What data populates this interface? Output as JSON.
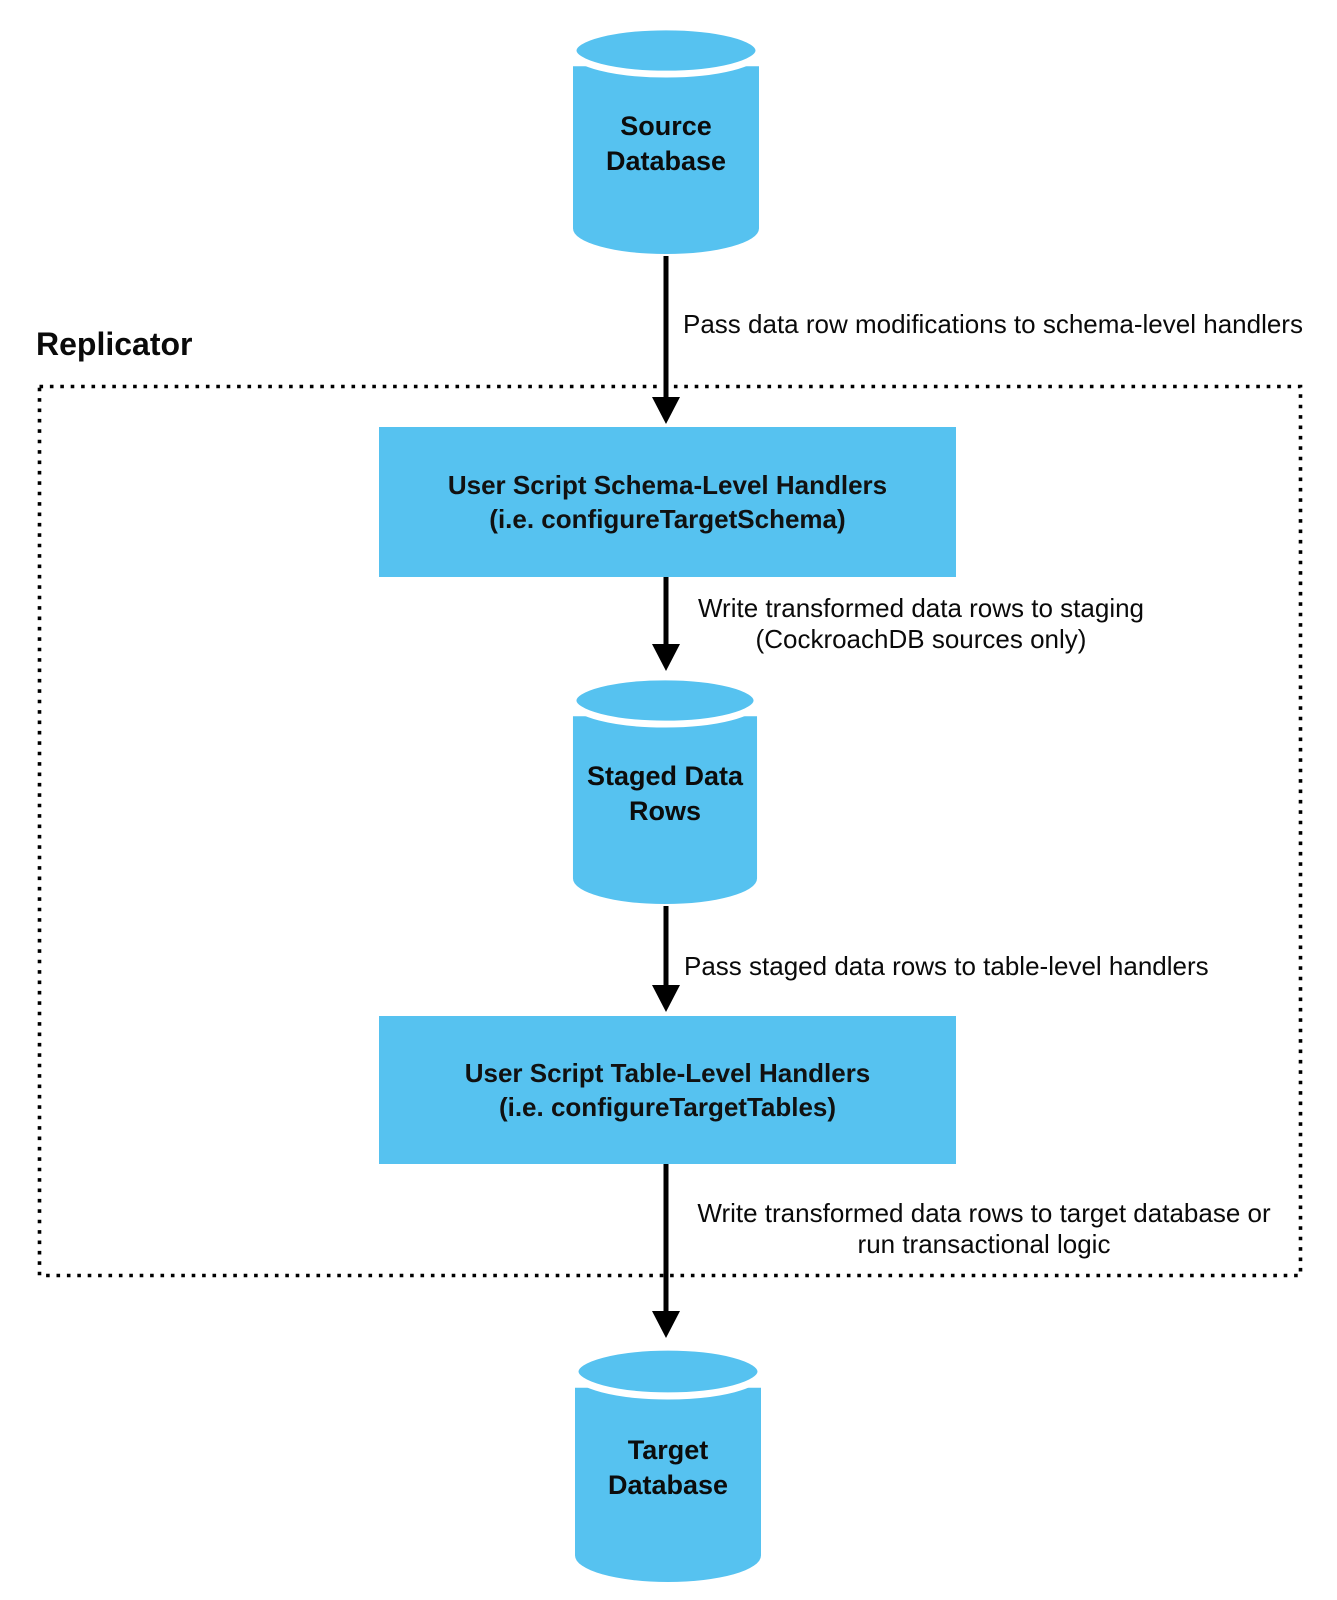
{
  "diagram": {
    "group_label": "Replicator",
    "colors": {
      "node_fill": "#56C2F0",
      "arrow": "#000000",
      "boundary": "#000000",
      "text": "#0A0A0A",
      "background": "#FFFFFF"
    },
    "nodes": {
      "source_db": {
        "type": "database-cylinder",
        "line1": "Source",
        "line2": "Database"
      },
      "schema_handlers": {
        "type": "process-box",
        "line1": "User Script Schema-Level Handlers",
        "line2": "(i.e. configureTargetSchema)"
      },
      "staged_rows": {
        "type": "database-cylinder",
        "line1": "Staged Data",
        "line2": "Rows"
      },
      "table_handlers": {
        "type": "process-box",
        "line1": "User Script Table-Level Handlers",
        "line2": "(i.e. configureTargetTables)"
      },
      "target_db": {
        "type": "database-cylinder",
        "line1": "Target",
        "line2": "Database"
      }
    },
    "edges": [
      {
        "from": "source_db",
        "to": "schema_handlers",
        "line1": "Pass data row modifications to schema-level handlers",
        "line2": ""
      },
      {
        "from": "schema_handlers",
        "to": "staged_rows",
        "line1": "Write transformed data rows to staging",
        "line2": "(CockroachDB sources only)"
      },
      {
        "from": "staged_rows",
        "to": "table_handlers",
        "line1": "Pass staged data rows to table-level handlers",
        "line2": ""
      },
      {
        "from": "table_handlers",
        "to": "target_db",
        "line1": "Write transformed data rows to target database or",
        "line2": "run transactional logic"
      }
    ]
  }
}
